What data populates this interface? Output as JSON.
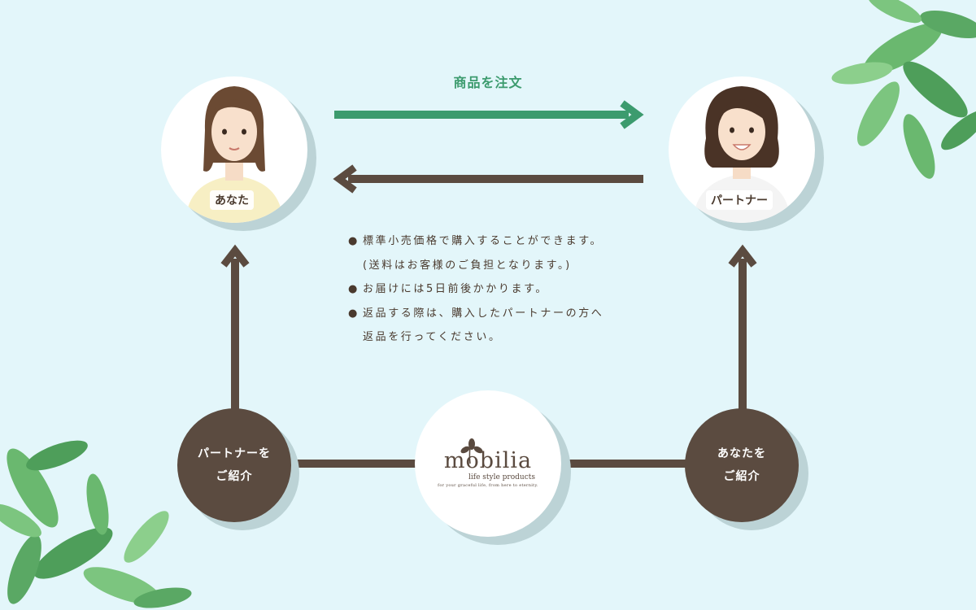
{
  "title": "商品を注文",
  "actors": {
    "you": {
      "label": "あなた"
    },
    "partner": {
      "label": "パートナー"
    }
  },
  "nodes": {
    "introduce_partner": {
      "line1": "パートナーを",
      "line2": "ご紹介"
    },
    "introduce_you": {
      "line1": "あなたを",
      "line2": "ご紹介"
    }
  },
  "logo": {
    "name": "mobilia",
    "subtitle": "life style products",
    "tagline": "for your graceful life, from here to eternity."
  },
  "notes": {
    "bullet": "●",
    "line1": "標準小売価格で購入することができます。",
    "line2": "(送料はお客様のご負担となります。)",
    "line3": "お届けには5日前後かかります。",
    "line4": "返品する際は、購入したパートナーの方へ",
    "line5": "返品を行ってください。"
  },
  "colors": {
    "background": "#e3f6fa",
    "green_arrow": "#3c9b6e",
    "brown": "#5b4b40",
    "circle_shadow": "#bcd3d6",
    "leaf": "#5fae6a"
  },
  "icons": {
    "leaves_top_right": "leaf-cluster-icon",
    "leaves_bottom_left": "leaf-cluster-icon",
    "logo_mark": "leaf-sprig-icon"
  }
}
